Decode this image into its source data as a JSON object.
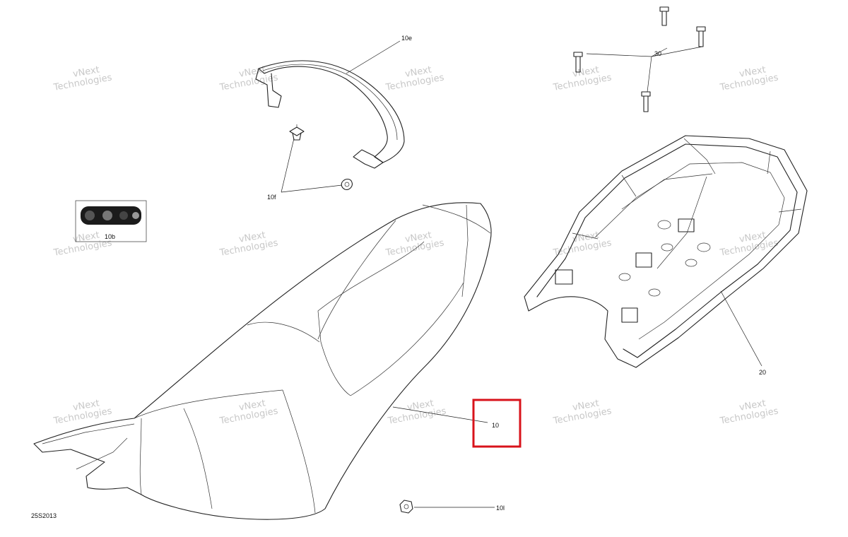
{
  "callouts": {
    "c10e": "10e",
    "c30": "30",
    "c10f": "10f",
    "c10b": "10b",
    "c20": "20",
    "c10": "10",
    "c10l": "10l"
  },
  "diagram_code": "25S2013",
  "watermark": {
    "line1": "vNext",
    "line2": "Technologies"
  },
  "highlight_color": "#d8131b",
  "highlighted_callout": "10"
}
